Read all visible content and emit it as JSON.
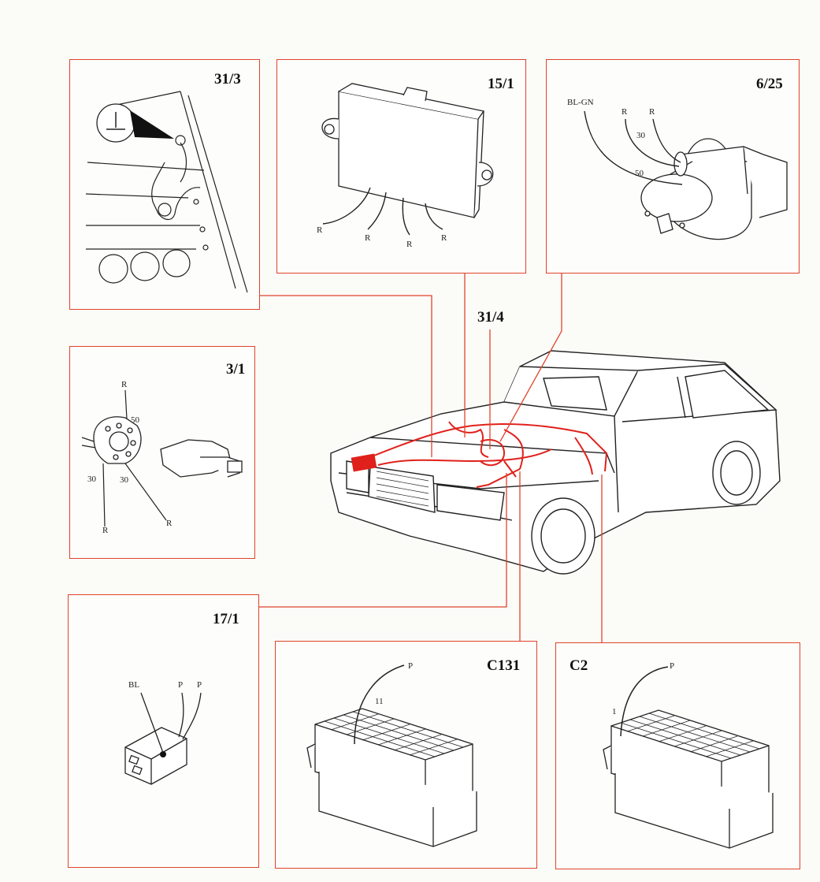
{
  "panels": {
    "p31_3": {
      "title": "31/3"
    },
    "p15_1": {
      "title": "15/1",
      "wires": [
        "R",
        "R",
        "R",
        "R"
      ]
    },
    "p6_25": {
      "title": "6/25",
      "wire_bl": "BL-GN",
      "wire_r1": "R",
      "wire_r2": "R",
      "term30": "30",
      "term50": "50"
    },
    "p3_1": {
      "title": "3/1",
      "r_top": "R",
      "t50": "50",
      "t30a": "30",
      "t30b": "30",
      "r_bottom": "R",
      "r_right": "R"
    },
    "p17_1": {
      "title": "17/1",
      "bl": "BL",
      "p1": "P",
      "p2": "P"
    },
    "pC131": {
      "title": "C131",
      "wire": "P",
      "pin": "11"
    },
    "pC2": {
      "title": "C2",
      "wire": "P",
      "pin": "1"
    }
  },
  "car": {
    "ground_label": "31/4"
  },
  "colors": {
    "frame": "#e0442a",
    "wire": "#e0201a",
    "line": "#222222"
  }
}
